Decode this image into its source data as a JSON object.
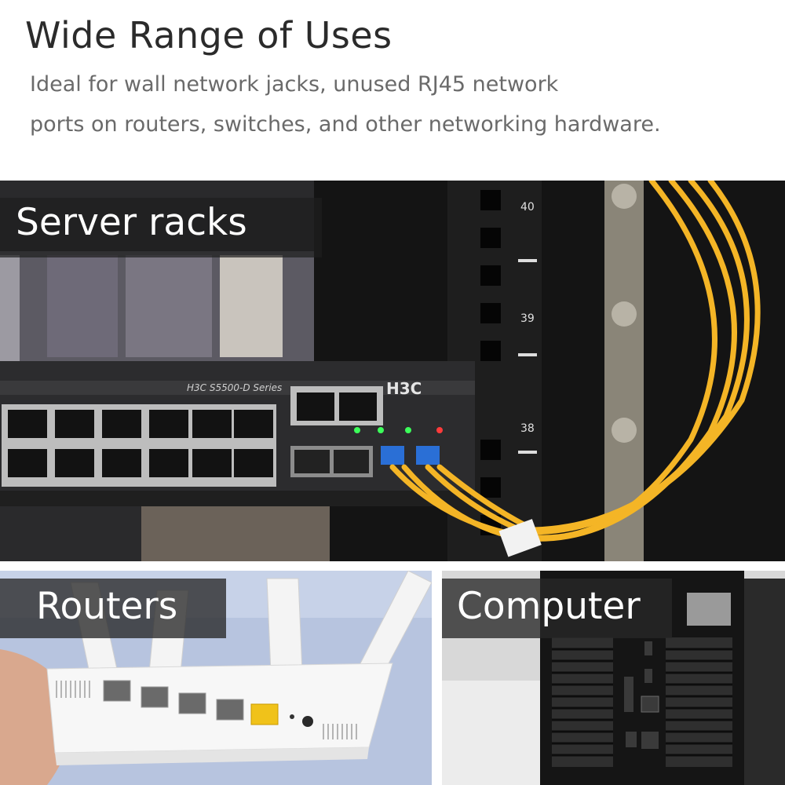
{
  "header": {
    "title": "Wide Range of Uses",
    "description_line1": "Ideal for wall network jacks, unused RJ45 network",
    "description_line2": "ports on routers, switches, and other networking hardware."
  },
  "panels": {
    "server": {
      "label": "Server racks",
      "device_brand": "H3C",
      "device_model": "H3C S5500-D Series",
      "rack_units": [
        "40",
        "39",
        "38"
      ]
    },
    "routers": {
      "label": "Routers"
    },
    "computer": {
      "label": "Computer"
    }
  },
  "colors": {
    "title_text": "#2b2b2b",
    "description_text": "#6a6a6a",
    "label_bg": "#282828",
    "fiber_cable": "#f4b526"
  }
}
